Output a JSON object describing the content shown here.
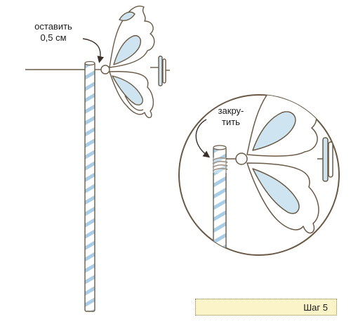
{
  "annotations": {
    "leave_line1": "оставить",
    "leave_line2": "0,5 см",
    "twist_line1": "закру-",
    "twist_line2": "тить"
  },
  "step_label": "Шаг 5",
  "colors": {
    "line": "#7a6a55",
    "petal_fill": "#cfe4f1",
    "stick_stripe": "#a9cde6",
    "step_bg": "#fbf4c8"
  },
  "icons": {
    "flower": "flower-icon",
    "arrow": "curved-arrow-icon"
  }
}
